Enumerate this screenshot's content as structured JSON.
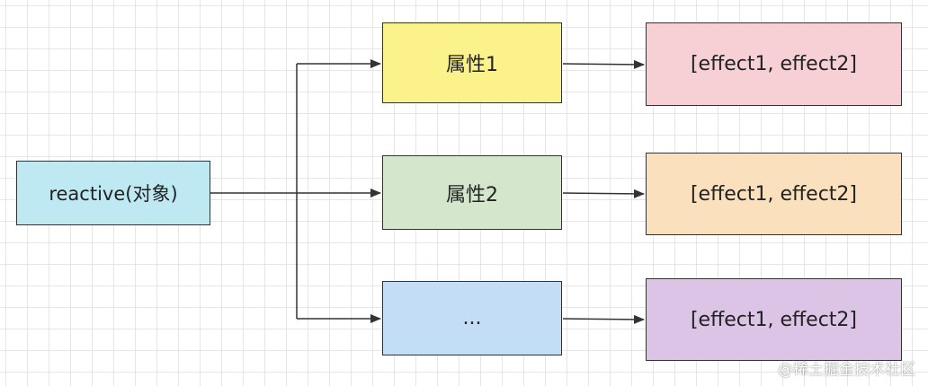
{
  "colors": {
    "source_fill": "#bfe9f2",
    "prop_1_fill": "#fcf28b",
    "prop_2_fill": "#d4e7cd",
    "prop_3_fill": "#c4ddf6",
    "effect_1_fill": "#f7d0d5",
    "effect_2_fill": "#fbe0be",
    "effect_3_fill": "#dbc4e6",
    "edge": "#333333",
    "grid": "#e6e6e6"
  },
  "nodes": {
    "source": "reactive(对象)",
    "props": [
      "属性1",
      "属性2",
      "..."
    ],
    "effects": [
      "[effect1, effect2]",
      "[effect1, effect2]",
      "[effect1, effect2]"
    ]
  },
  "watermark": "@稀土掘金技术社区"
}
